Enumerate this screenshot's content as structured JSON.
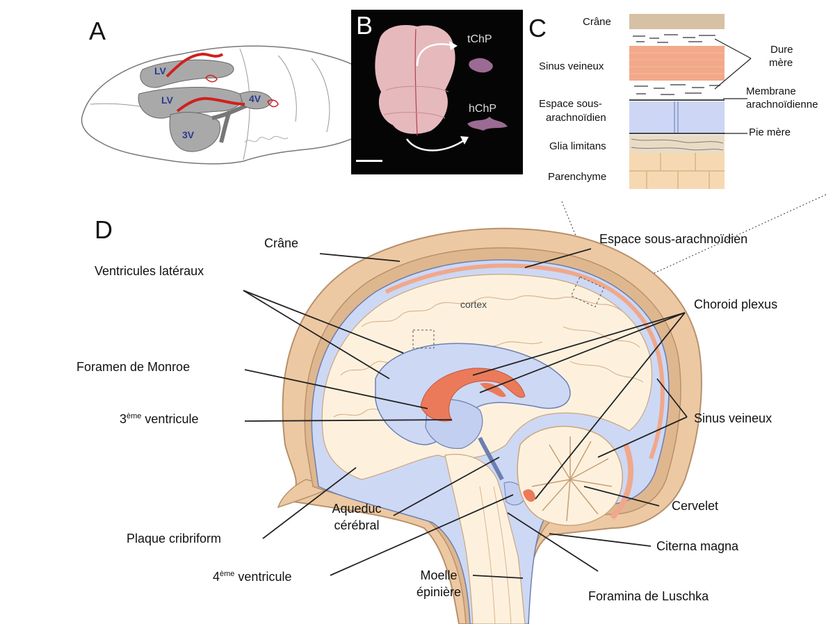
{
  "panels": {
    "A": {
      "letter": "A",
      "labels": {
        "lv_upper": "LV",
        "lv_lower": "LV",
        "third_v": "3V",
        "fourth_v": "4V"
      }
    },
    "B": {
      "letter": "B",
      "labels": {
        "tchp": "tChP",
        "hchp": "hChP"
      }
    },
    "C": {
      "letter": "C",
      "layers": {
        "crane": "Crâne",
        "sinus": "Sinus veineux",
        "espace_line1": "Espace sous-",
        "espace_line2": "arachnoïdien",
        "glia": "Glia limitans",
        "parenchyme": "Parenchyme"
      },
      "right": {
        "dure_line1": "Dure",
        "dure_line2": "mère",
        "membrane_line1": "Membrane",
        "membrane_line2": "arachnoïdienne",
        "pie": "Pie mère"
      },
      "colors": {
        "crane": "#d6c1a4",
        "sinus": "#f2a98a",
        "espace": "#cdd6f5",
        "glia": "#e9dcc7",
        "parenchyme": "#f6d9b2"
      }
    },
    "D": {
      "letter": "D",
      "labels": {
        "crane": "Crâne",
        "espace": "Espace sous-arachnoïdien",
        "ventricules": "Ventricules latéraux",
        "cortex": "cortex",
        "choroid": "Choroid plexus",
        "foramen_monroe": "Foramen de Monroe",
        "third_ventricle_num": "3",
        "third_ventricle_sup": "ème",
        "third_ventricle_text": " ventricule",
        "sinus": "Sinus veineux",
        "aqueduc_line1": "Aqueduc",
        "aqueduc_line2": "cérébral",
        "cervelet": "Cervelet",
        "plaque": "Plaque cribriform",
        "citerna": "Citerna magna",
        "fourth_ventricle_num": "4",
        "fourth_ventricle_sup": "ème",
        "fourth_ventricle_text": " ventricule",
        "moelle_line1": "Moelle",
        "moelle_line2": "épinière",
        "luschka": "Foramina de Luschka"
      },
      "colors": {
        "skull": "#ecc9a3",
        "skull_edge": "#b8906b",
        "brain": "#fdf1de",
        "csf": "#cdd8f4",
        "csf_edge": "#6c7fb0",
        "choroid": "#ea7a5a",
        "sinus": "#f0a88b"
      }
    }
  }
}
